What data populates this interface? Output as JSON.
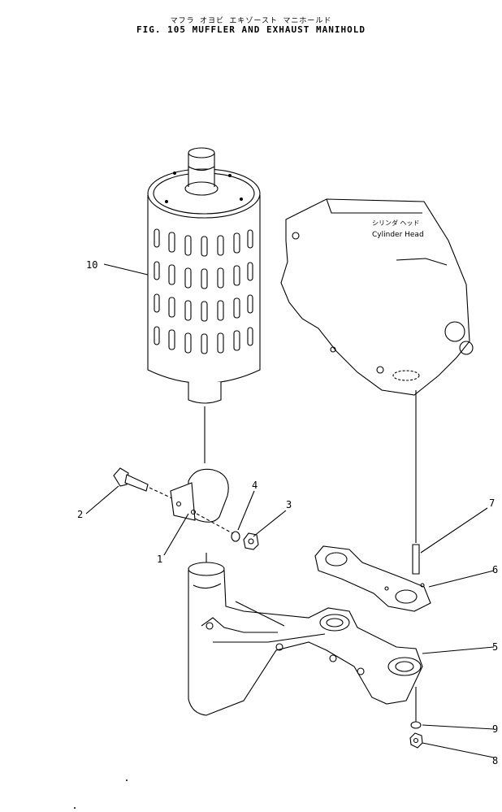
{
  "figure": {
    "title_jp": "マフラ オヨビ エキゾースト マニホールド",
    "title_en": "FIG. 105  MUFFLER AND EXHAUST MANIHOLD"
  },
  "annotations": {
    "cylinder_head_jp": "シリンダ ヘッド",
    "cylinder_head_en": "Cylinder Head"
  },
  "callouts": [
    "10",
    "2",
    "1",
    "4",
    "3",
    "7",
    "6",
    "5",
    "9",
    "8"
  ]
}
